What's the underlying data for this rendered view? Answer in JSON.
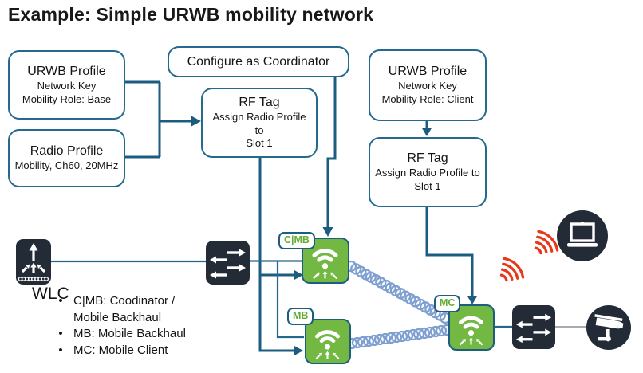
{
  "title": "Example: Simple URWB mobility network",
  "boxes": {
    "urwb_base": {
      "title": "URWB Profile",
      "lines": [
        "Network Key",
        "Mobility Role: Base"
      ]
    },
    "radio_profile": {
      "title": "Radio Profile",
      "lines": [
        "Mobility, Ch60, 20MHz"
      ]
    },
    "configure_coordinator": {
      "title": "Configure as Coordinator"
    },
    "rf_tag_left": {
      "title": "RF Tag",
      "lines": [
        "Assign Radio Profile to",
        "Slot 1"
      ]
    },
    "urwb_client": {
      "title": "URWB Profile",
      "lines": [
        "Network Key",
        "Mobility Role: Client"
      ]
    },
    "rf_tag_right": {
      "title": "RF Tag",
      "lines": [
        "Assign Radio Profile to",
        "Slot 1"
      ]
    }
  },
  "devices": {
    "wlc": {
      "label": "WLC",
      "icon": "wireless-lan-controller-icon"
    },
    "switch_left": {
      "icon": "switch-icon"
    },
    "switch_right": {
      "icon": "switch-icon"
    },
    "ap_coordinator": {
      "badge": "C|MB",
      "icon": "access-point-icon"
    },
    "ap_backhaul": {
      "badge": "MB",
      "icon": "access-point-icon"
    },
    "ap_client": {
      "badge": "MC",
      "icon": "access-point-icon"
    },
    "laptop": {
      "icon": "laptop-icon"
    },
    "camera": {
      "icon": "security-camera-icon"
    }
  },
  "legend": {
    "items": [
      "C|MB: Coodinator / Mobile Backhaul",
      "MB: Mobile Backhaul",
      "MC: Mobile Client"
    ]
  },
  "colors": {
    "line_teal": "#1b5c80",
    "box_border_teal": "#256a8e",
    "ap_green": "#72b843",
    "badge_text_green": "#63ae35",
    "device_dark": "#232b36",
    "radio_signal_red": "#e8381c",
    "wireless_coil_blue": "#7e9fd0",
    "ethernet_gray": "#9aa0a6"
  }
}
